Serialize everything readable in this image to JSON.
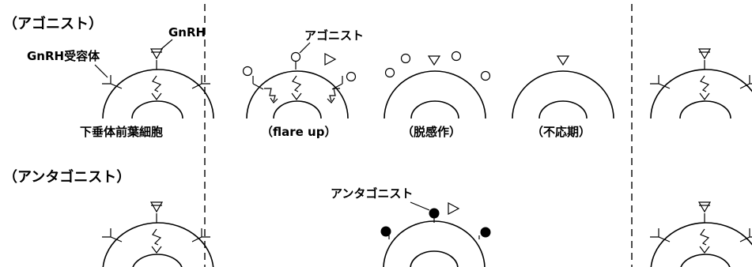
{
  "sections": {
    "agonist": "（アゴニスト）",
    "antagonist": "（アンタゴニスト）"
  },
  "labels": {
    "gnrh": "GnRH",
    "receptor": "GnRH受容体",
    "agonist_drug": "アゴニスト",
    "antagonist_drug": "アンタゴニスト",
    "pituitary_cell": "下垂体前葉細胞",
    "flare_up": "（flare up）",
    "desensitization": "（脱感作）",
    "refractory": "（不応期）"
  },
  "colors": {
    "line": "#000000",
    "background": "#ffffff",
    "filled_circle": "#000000"
  }
}
